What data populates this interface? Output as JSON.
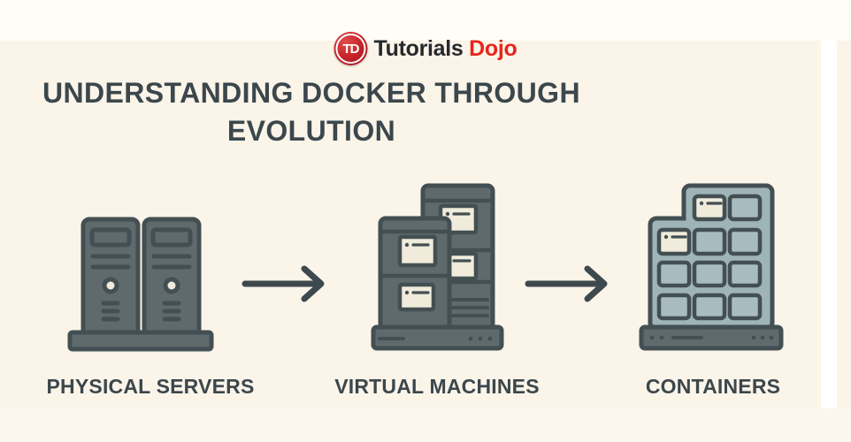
{
  "page": {
    "background_color": "#fbf4e9",
    "top_band_color": "#fffdf8",
    "right_strip_color": "#ffffff"
  },
  "logo": {
    "badge_text": "TD",
    "brand_primary": "Tutorials",
    "brand_accent": "Dojo",
    "badge_color": "#c8252b",
    "accent_color": "#e8251d",
    "primary_text_color": "#26292c"
  },
  "title": {
    "line1": "UNDERSTANDING DOCKER THROUGH",
    "line2": "EVOLUTION",
    "color": "#3b474c"
  },
  "stages": [
    {
      "id": "physical-servers",
      "label": "PHYSICAL SERVERS",
      "icon": "server-towers-icon"
    },
    {
      "id": "virtual-machines",
      "label": "VIRTUAL MACHINES",
      "icon": "vm-stack-icon"
    },
    {
      "id": "containers",
      "label": "CONTAINERS",
      "icon": "container-grid-icon"
    }
  ],
  "arrows": {
    "icon": "arrow-right-icon",
    "count": 2,
    "color": "#3d494c"
  },
  "palette": {
    "outline": "#434f52",
    "server_body": "#5e6a6c",
    "window_cream": "#f0ebdb",
    "container_body": "#9eb4b7",
    "container_cell": "#a8bcbf",
    "label_color": "#3b474c"
  }
}
